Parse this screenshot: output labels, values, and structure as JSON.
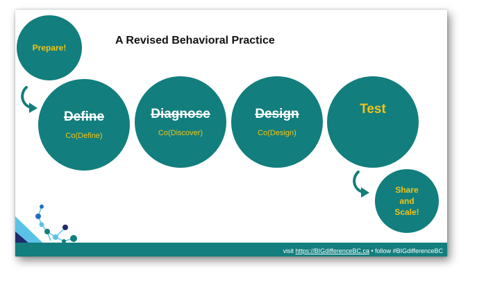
{
  "title": "A Revised Behavioral Practice",
  "prepare_label": "Prepare!",
  "stages": [
    {
      "name": "Define",
      "sub": "Co(Define)"
    },
    {
      "name": "Diagnose",
      "sub": "Co(Discover)"
    },
    {
      "name": "Design",
      "sub": "Co(Design)"
    }
  ],
  "test_label": "Test",
  "share_label": [
    "Share",
    "and",
    "Scale!"
  ],
  "footer": {
    "visit": "visit ",
    "link": "https://BIGdifferenceBC.ca",
    "separator": " • ",
    "follow": "follow #BIGdifferenceBC"
  },
  "colors": {
    "teal": "#127e7d",
    "yellow": "#f2c418",
    "light_blue": "#5bc2e7",
    "navy": "#1f2a6b"
  }
}
